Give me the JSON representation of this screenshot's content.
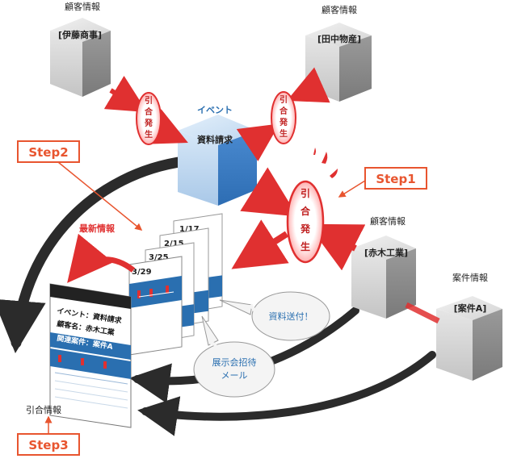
{
  "customers": {
    "header": "顧客情報",
    "ito": "[伊藤商事]",
    "tanaka": "[田中物産]",
    "akagi": "[赤木工業]"
  },
  "case": {
    "header": "案件情報",
    "name": "[案件A]"
  },
  "event": {
    "header": "イベント",
    "name": "資料請求"
  },
  "triggers": {
    "c1": "引",
    "c2": "合",
    "c3": "発",
    "c4": "生"
  },
  "steps": {
    "step1": "Step1",
    "step2": "Step2",
    "step3": "Step3"
  },
  "latest_label": "最新情報",
  "dates": [
    "1/17",
    "2/15",
    "3/25",
    "3/29"
  ],
  "doc": {
    "line1": "イベント：資料請求",
    "line2": "顧客名：赤木工業",
    "line3": "関連案件：案件A",
    "label": "引合情報"
  },
  "bubbles": {
    "sent": "資料送付！",
    "invite_line1": "展示会招待",
    "invite_line2": "メール"
  },
  "colors": {
    "cube_gray": "#d9d9d9",
    "cube_blue": "#5b9bd5",
    "accent_red": "#e03030",
    "step_orange": "#e8552f",
    "doc_blue": "#2a6fb0",
    "arrow_dark": "#2b2b2b"
  }
}
